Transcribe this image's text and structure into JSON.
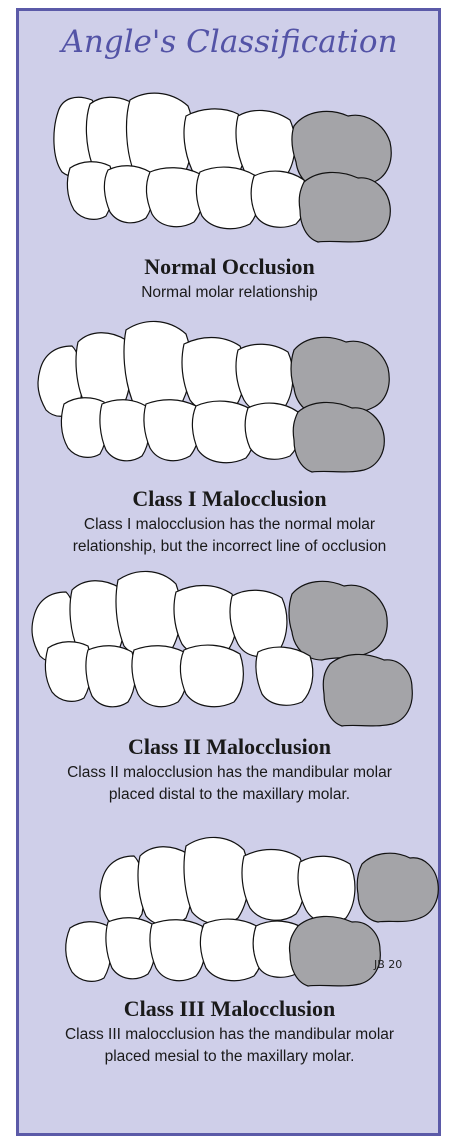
{
  "title": "Angle's Classification",
  "colors": {
    "panel_background": "#cfcfe9",
    "panel_border": "#5b5aa8",
    "title": "#5353a6",
    "molar_fill": "#a4a4a8",
    "tooth_fill": "#ffffff"
  },
  "cases": [
    {
      "title": "Normal Occlusion",
      "description": [
        "Normal molar relationship"
      ]
    },
    {
      "title": "Class I Malocclusion",
      "description": [
        "Class I malocclusion has the normal molar",
        "relationship, but the incorrect line of occlusion"
      ]
    },
    {
      "title": "Class II Malocclusion",
      "description": [
        "Class II malocclusion has the mandibular molar",
        "placed distal to the maxillary molar."
      ]
    },
    {
      "title": "Class III Malocclusion",
      "description": [
        "Class III malocclusion has the mandibular molar",
        "placed mesial to the maxillary molar."
      ]
    }
  ],
  "signature": "JB 20",
  "icons": [
    "teeth-illustration-normal",
    "teeth-illustration-class-1",
    "teeth-illustration-class-2",
    "teeth-illustration-class-3"
  ]
}
